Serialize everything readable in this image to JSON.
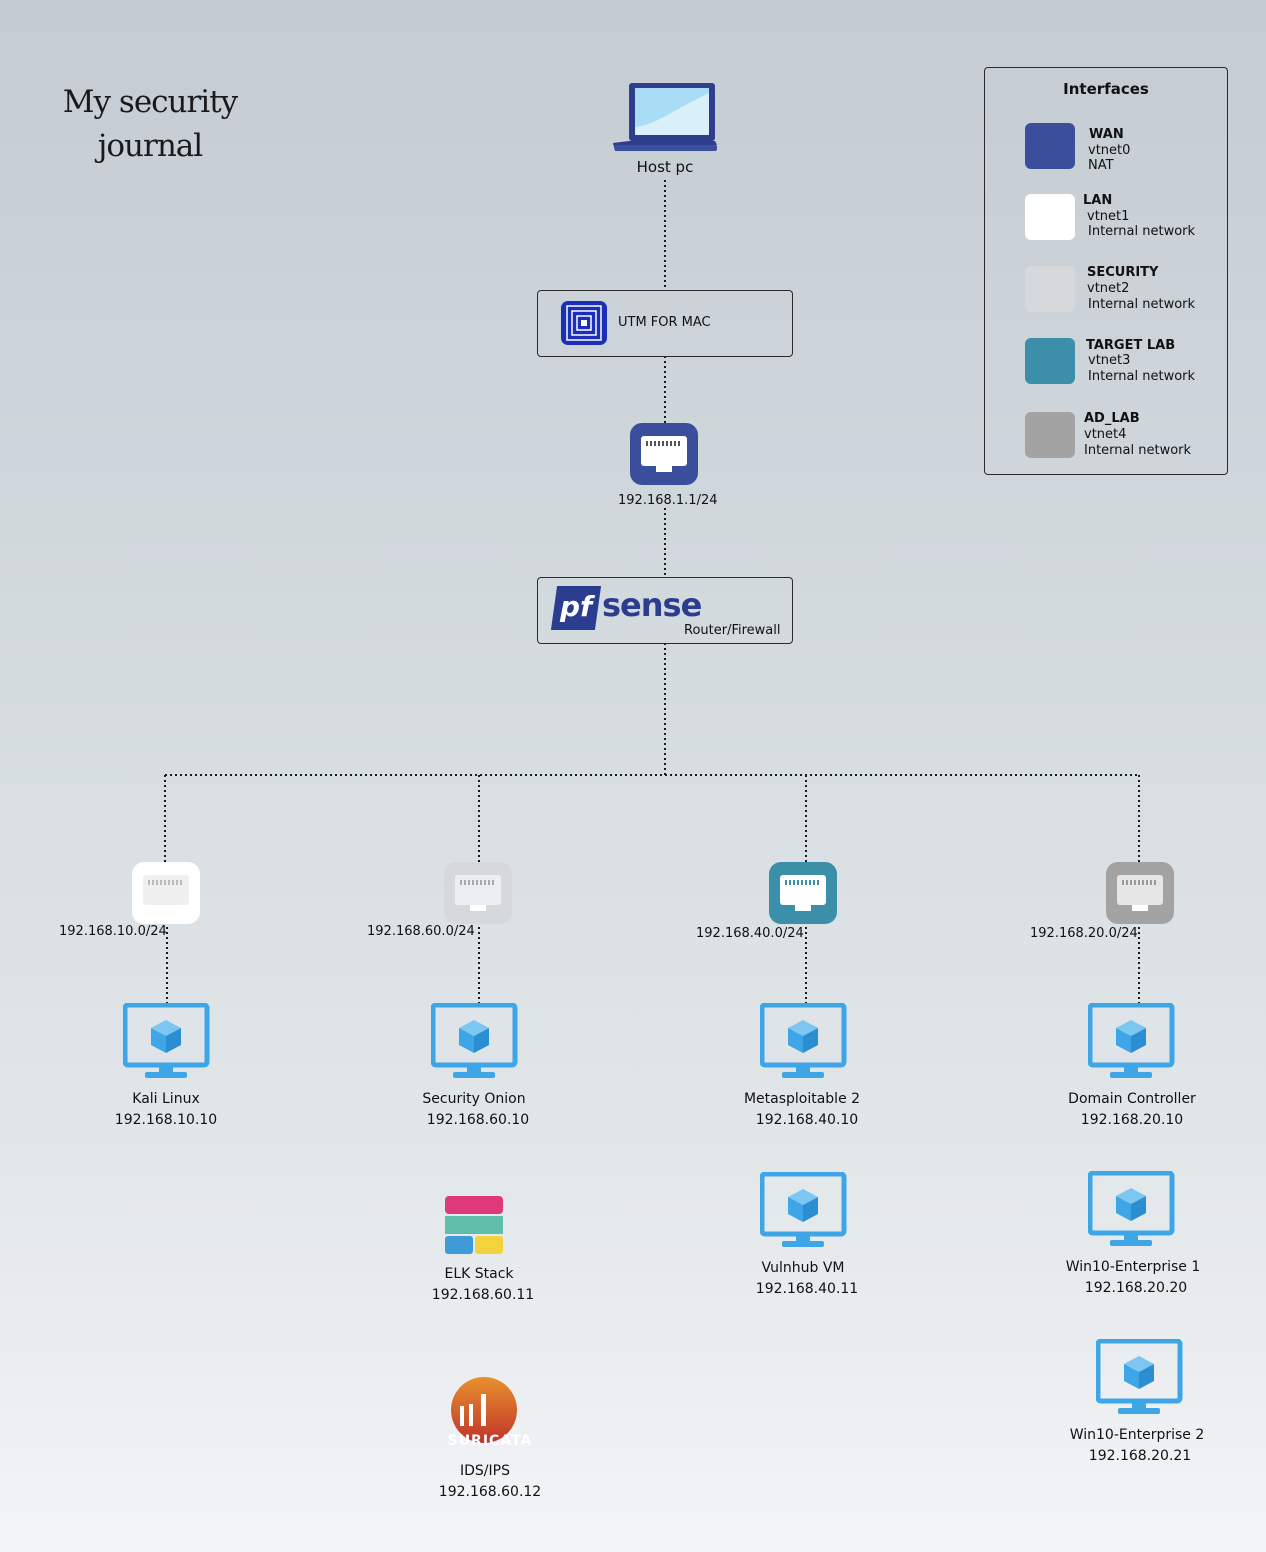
{
  "title": "My security journal",
  "host": {
    "label": "Host pc"
  },
  "utm": {
    "label": "UTM FOR MAC"
  },
  "wan_port": {
    "ip": "192.168.1.1/24"
  },
  "pfsense": {
    "logo_pf": "pf",
    "logo_sense": "sense",
    "label": "Router/Firewall"
  },
  "networks": [
    {
      "subnet": "192.168.10.0/24",
      "color": "#ffffff"
    },
    {
      "subnet": "192.168.60.0/24",
      "color": "#d5d9dc"
    },
    {
      "subnet": "192.168.40.0/24",
      "color": "#3b8fa8"
    },
    {
      "subnet": "192.168.20.0/24",
      "color": "#a3a3a3"
    }
  ],
  "hosts": {
    "kali": {
      "name": "Kali Linux",
      "ip": "192.168.10.10"
    },
    "onion": {
      "name": "Security Onion",
      "ip": "192.168.60.10"
    },
    "elk": {
      "name": "ELK Stack",
      "ip": "192.168.60.11"
    },
    "ids": {
      "name": "IDS/IPS",
      "ip": "192.168.60.12",
      "logo_text": "SURICATA"
    },
    "meta": {
      "name": "Metasploitable 2",
      "ip": "192.168.40.10"
    },
    "vuln": {
      "name": "Vulnhub VM",
      "ip": "192.168.40.11"
    },
    "dc": {
      "name": "Domain Controller",
      "ip": "192.168.20.10"
    },
    "win1": {
      "name": "Win10-Enterprise 1",
      "ip": "192.168.20.20"
    },
    "win2": {
      "name": "Win10-Enterprise 2",
      "ip": "192.168.20.21"
    }
  },
  "legend": {
    "title": "Interfaces",
    "items": [
      {
        "name": "WAN",
        "iface": "vtnet0",
        "type": "NAT",
        "color": "#3b4e9c"
      },
      {
        "name": "LAN",
        "iface": "vtnet1",
        "type": "Internal network",
        "color": "#ffffff"
      },
      {
        "name": "SECURITY",
        "iface": "vtnet2",
        "type": "Internal network",
        "color": "#d5d9dc"
      },
      {
        "name": "TARGET LAB",
        "iface": "vtnet3",
        "type": "Internal network",
        "color": "#3b8fa8"
      },
      {
        "name": "AD_LAB",
        "iface": "vtnet4",
        "type": "Internal network",
        "color": "#a3a3a3"
      }
    ]
  },
  "colors": {
    "wan": "#3b4e9c",
    "monitor": "#3ea6e6",
    "pfsense_blue": "#2a3d8f"
  }
}
